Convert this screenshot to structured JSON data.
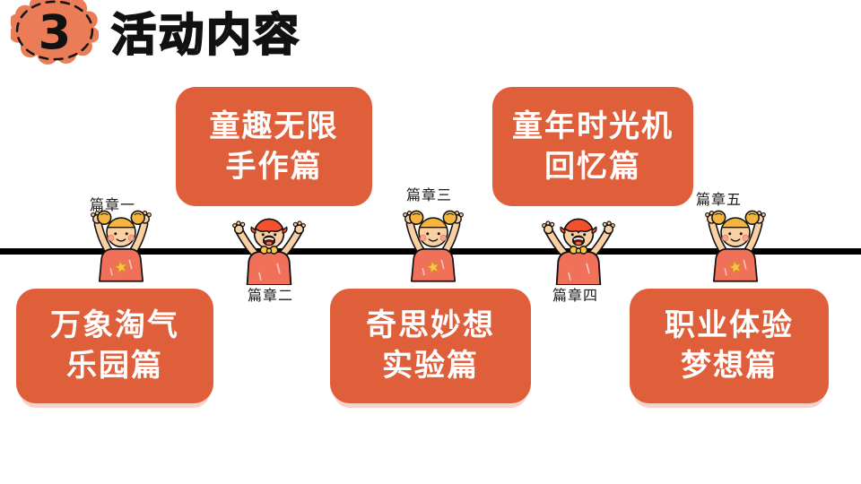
{
  "header": {
    "badge_number": "3",
    "title": "活动内容"
  },
  "timeline": {
    "chapters": [
      {
        "label": "篇章一",
        "label_position": "above"
      },
      {
        "label": "篇章二",
        "label_position": "below"
      },
      {
        "label": "篇章三",
        "label_position": "above"
      },
      {
        "label": "篇章四",
        "label_position": "below"
      },
      {
        "label": "篇章五",
        "label_position": "above"
      }
    ]
  },
  "cards": [
    {
      "line1": "童趣无限",
      "line2": "手作篇",
      "row": "top"
    },
    {
      "line1": "童年时光机",
      "line2": "回忆篇",
      "row": "top"
    },
    {
      "line1": "万象淘气",
      "line2": "乐园篇",
      "row": "bottom"
    },
    {
      "line1": "奇思妙想",
      "line2": "实验篇",
      "row": "bottom"
    },
    {
      "line1": "职业体验",
      "line2": "梦想篇",
      "row": "bottom"
    }
  ],
  "figures": [
    {
      "icon": "girl-pigtails-character-icon",
      "chapter": "篇章一"
    },
    {
      "icon": "boy-redhair-character-icon",
      "chapter": "篇章二"
    },
    {
      "icon": "girl-pigtails-character-icon",
      "chapter": "篇章三"
    },
    {
      "icon": "boy-redhair-character-icon",
      "chapter": "篇章四"
    },
    {
      "icon": "girl-pigtails-character-icon",
      "chapter": "篇章五"
    }
  ],
  "colors": {
    "card_orange": "#E05F3B",
    "title_fill": "#87D7F3",
    "badge_cloud": "#EA7C57",
    "shirt": "#F0705A",
    "hair_blonde": "#F2B540",
    "hair_red": "#F2512B",
    "skin": "#FAD0A2",
    "accent_yellow": "#F7C844",
    "timeline_line": "#000000"
  }
}
